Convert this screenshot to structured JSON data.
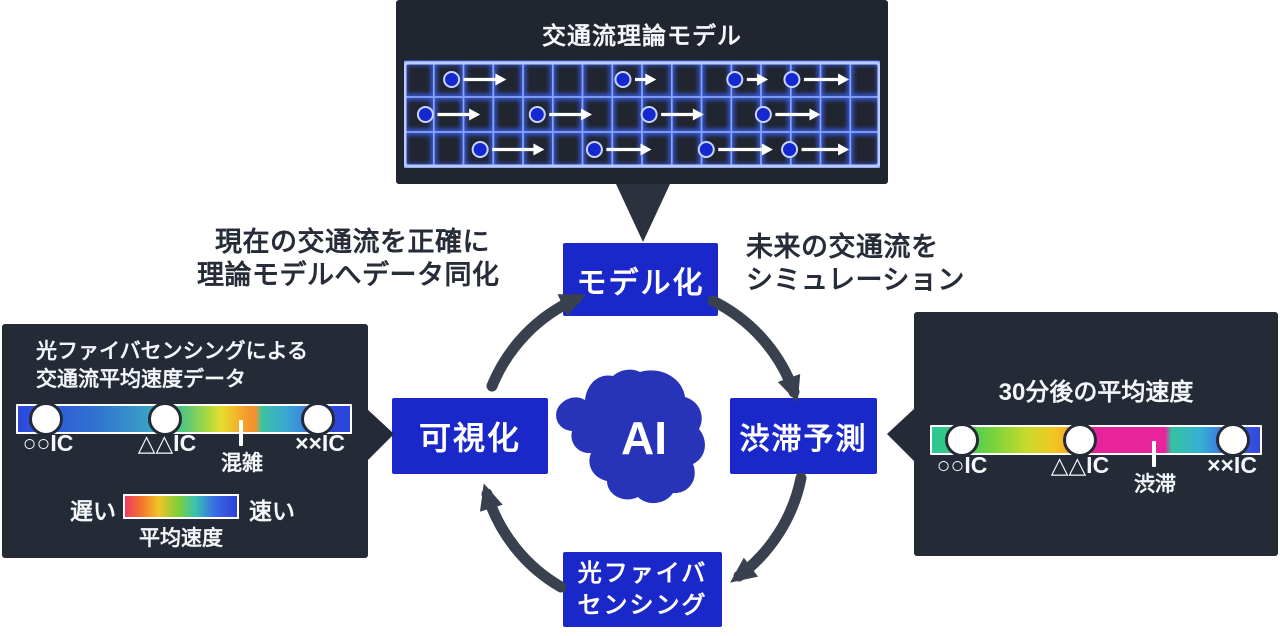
{
  "colors": {
    "accent_blue": "#1a28c9",
    "blob_blue": "#2834b8",
    "panel_dark": "#242a36",
    "top_panel_dark": "#20252f",
    "arrow_dark": "#39414f",
    "annotation_text": "#262d39",
    "grid_line": "#8caaff",
    "grid_glow": "#3a5ce0",
    "vehicle_blue": "#1527cf"
  },
  "top_panel": {
    "title": "交通流理論モデル",
    "grid": {
      "rows": 3,
      "cols": 16,
      "vehicles": [
        [
          {
            "x": 0.1,
            "e": 0.215
          },
          {
            "x": 0.46,
            "e": 0.53
          },
          {
            "x": 0.695,
            "e": 0.765
          },
          {
            "x": 0.815,
            "e": 0.935
          }
        ],
        [
          {
            "x": 0.045,
            "e": 0.16
          },
          {
            "x": 0.28,
            "e": 0.395
          },
          {
            "x": 0.515,
            "e": 0.63
          },
          {
            "x": 0.755,
            "e": 0.875
          }
        ],
        [
          {
            "x": 0.16,
            "e": 0.295
          },
          {
            "x": 0.4,
            "e": 0.52
          },
          {
            "x": 0.635,
            "e": 0.775
          },
          {
            "x": 0.81,
            "e": 0.935
          }
        ]
      ]
    }
  },
  "annotations": {
    "left_line1": "現在の交通流を正確に",
    "left_line2": "理論モデルへデータ同化",
    "right_line1": "未来の交通流を",
    "right_line2": "シミュレーション"
  },
  "cycle": {
    "ai_label": "AI",
    "nodes": {
      "modeling": "モデル化",
      "prediction": "渋滞予測",
      "fiber_line1": "光ファイバ",
      "fiber_line2": "センシング",
      "visualization": "可視化"
    }
  },
  "left_panel": {
    "title_line1": "光ファイバセンシングによる",
    "title_line2": "交通流平均速度データ",
    "ic1": "○○IC",
    "ic2": "△△IC",
    "ic3": "××IC",
    "marker": "混雑",
    "legend_slow": "遅い",
    "legend_fast": "速い",
    "legend_caption": "平均速度",
    "road_gradient": [
      [
        0,
        "#2b49dc"
      ],
      [
        9,
        "#2e5ad8"
      ],
      [
        24,
        "#3173d0"
      ],
      [
        38,
        "#3a9cc6"
      ],
      [
        44,
        "#3db4ac"
      ],
      [
        50,
        "#55c87e"
      ],
      [
        56,
        "#9cd748"
      ],
      [
        61,
        "#e4dd2e"
      ],
      [
        66,
        "#f4b32a"
      ],
      [
        70,
        "#f2932e"
      ],
      [
        71.5,
        "#f2932e"
      ],
      [
        73.5,
        "#3fc2a0"
      ],
      [
        80,
        "#38abce"
      ],
      [
        88,
        "#3f7ae2"
      ],
      [
        95,
        "#2c45dc"
      ],
      [
        100,
        "#2c45dc"
      ]
    ],
    "legend_gradient": [
      [
        0,
        "#ee3a63"
      ],
      [
        15,
        "#f2762e"
      ],
      [
        30,
        "#f0c326"
      ],
      [
        48,
        "#7ccf3a"
      ],
      [
        63,
        "#37c2b2"
      ],
      [
        80,
        "#3a6ce4"
      ],
      [
        100,
        "#2b3fd8"
      ]
    ]
  },
  "right_panel": {
    "title": "30分後の平均速度",
    "ic1": "○○IC",
    "ic2": "△△IC",
    "ic3": "××IC",
    "marker": "渋滞",
    "road_gradient": [
      [
        0,
        "#2ec795"
      ],
      [
        9,
        "#38cb72"
      ],
      [
        18,
        "#74d23a"
      ],
      [
        29,
        "#c8da2c"
      ],
      [
        37,
        "#f2c822"
      ],
      [
        44,
        "#f49a20"
      ],
      [
        46.5,
        "#f49a20"
      ],
      [
        48.5,
        "#e8239b"
      ],
      [
        71,
        "#e8239b"
      ],
      [
        73,
        "#35c2a2"
      ],
      [
        82,
        "#36aed2"
      ],
      [
        91,
        "#3b62e6"
      ],
      [
        100,
        "#3347de"
      ]
    ]
  }
}
